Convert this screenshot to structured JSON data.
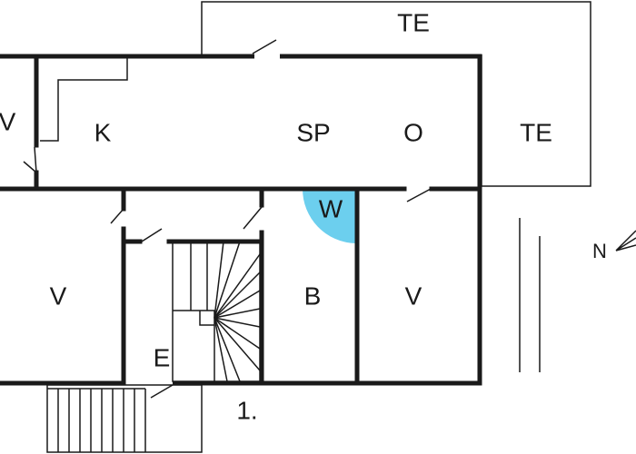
{
  "rooms": {
    "terrace_top": "TE",
    "terrace_right": "TE",
    "room_v_topleft": "V",
    "kitchen": "K",
    "dining": "SP",
    "living": "O",
    "utility": "W",
    "room_v_left": "V",
    "bath": "B",
    "room_v_right": "V",
    "entry": "E"
  },
  "floor_label": "1.",
  "compass": {
    "label": "N"
  },
  "colors": {
    "utility_highlight": "#6ccfee",
    "walls": "#1a1a1a"
  }
}
